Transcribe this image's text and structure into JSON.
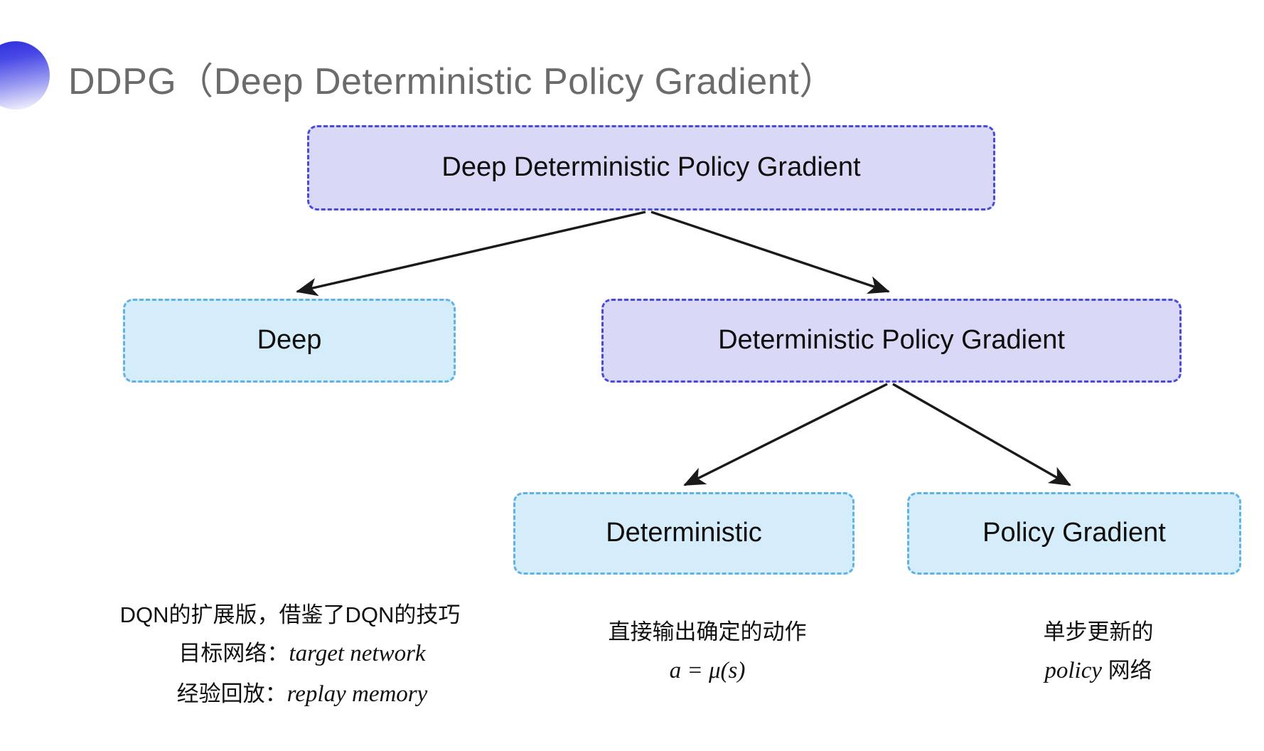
{
  "slide": {
    "title": "DDPG（Deep Deterministic Policy Gradient）",
    "background_color": "#ffffff",
    "bullet_gradient_from": "#2b2bdd",
    "bullet_gradient_to": "#ffffff"
  },
  "colors": {
    "purple_fill": "#d9d9f7",
    "purple_border": "#4a4ad8",
    "blue_fill": "#d5edfa",
    "blue_border": "#60b2e3",
    "arrow": "#1a1a1a",
    "title_text": "#6b6b6b",
    "body_text": "#111111"
  },
  "diagram": {
    "type": "tree",
    "nodes": [
      {
        "id": "root",
        "label": "Deep Deterministic Policy Gradient",
        "style": "purple"
      },
      {
        "id": "deep",
        "label": "Deep",
        "style": "blue"
      },
      {
        "id": "dpg",
        "label": "Deterministic Policy Gradient",
        "style": "purple"
      },
      {
        "id": "det",
        "label": "Deterministic",
        "style": "blue"
      },
      {
        "id": "pg",
        "label": "Policy Gradient",
        "style": "blue"
      }
    ],
    "edges": [
      {
        "from": "root",
        "to": "deep"
      },
      {
        "from": "root",
        "to": "dpg"
      },
      {
        "from": "dpg",
        "to": "det"
      },
      {
        "from": "dpg",
        "to": "pg"
      }
    ]
  },
  "captions": {
    "deep": {
      "line1": "DQN的扩展版，借鉴了DQN的技巧",
      "line2_prefix": "目标网络：",
      "line2_term": "target network",
      "line3_prefix": "经验回放：",
      "line3_term": "replay memory"
    },
    "deterministic": {
      "line1": "直接输出确定的动作",
      "line2": "a = μ(s)"
    },
    "policy_gradient": {
      "line1": "单步更新的",
      "line2_term": "policy",
      "line2_suffix": " 网络"
    }
  }
}
